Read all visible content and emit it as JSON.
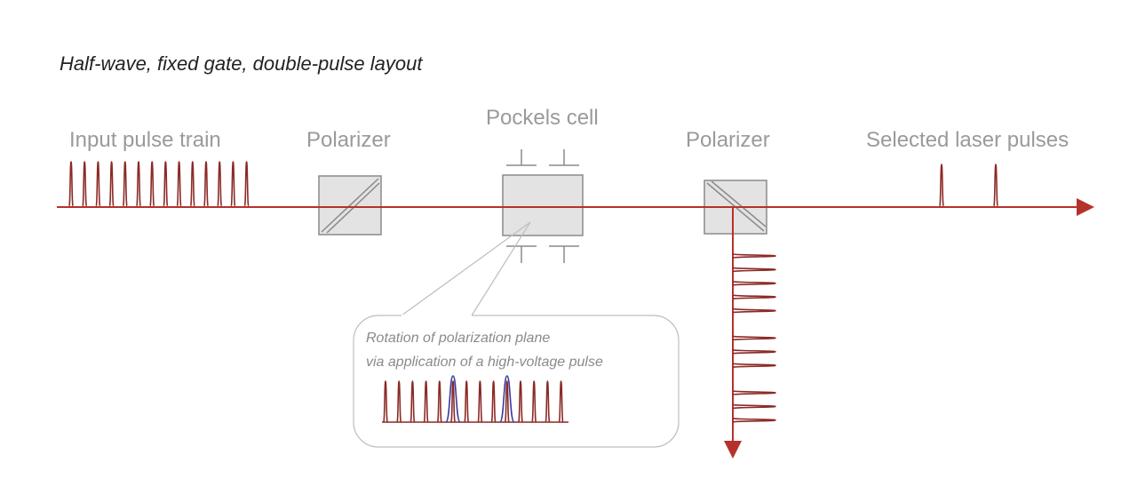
{
  "title": "Half-wave, fixed gate, double-pulse layout",
  "labels": {
    "input": "Input pulse train",
    "polarizer1": "Polarizer",
    "pockels": "Pockels cell",
    "polarizer2": "Polarizer",
    "selected": "Selected laser pulses"
  },
  "callout": {
    "line1": "Rotation of polarization plane",
    "line2": "via application of a high-voltage pulse"
  },
  "colors": {
    "beam": "#b5322b",
    "pulse": "#8b2a26",
    "hv_pulse": "#3a3aa0",
    "component_fill": "#e3e3e3",
    "component_stroke": "#8a8a8a",
    "callout_stroke": "#bdbdbd"
  },
  "pulses": {
    "input_count": 14,
    "selected_count": 2,
    "callout_count": 14,
    "callout_selected": [
      5,
      9
    ],
    "rejected_pattern": [
      1,
      1,
      1,
      1,
      1,
      0,
      1,
      1,
      1,
      0,
      1,
      1,
      1
    ]
  }
}
